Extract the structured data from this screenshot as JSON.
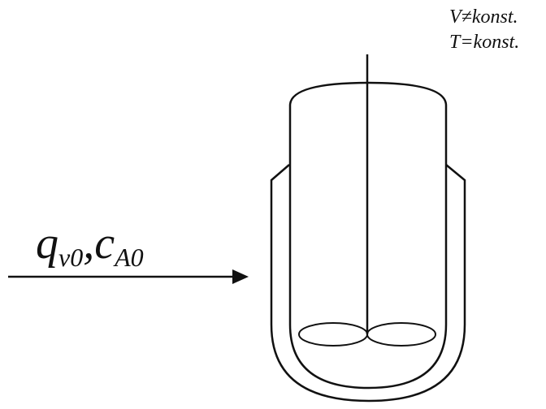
{
  "conditions": {
    "volume": "V≠konst.",
    "temperature": "T=konst."
  },
  "feed": {
    "flow_symbol": "q",
    "flow_subscript": "v0",
    "separator": ",",
    "conc_symbol": "c",
    "conc_subscript": "A0"
  },
  "colors": {
    "line": "#111111",
    "background": "#ffffff"
  }
}
